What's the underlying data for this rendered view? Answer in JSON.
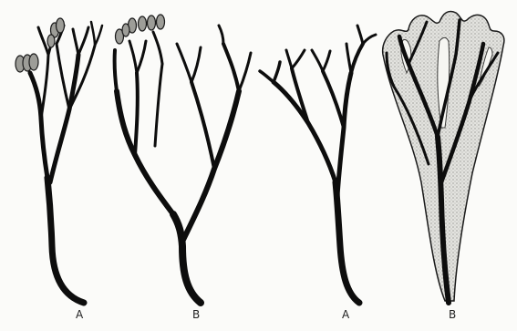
{
  "labels": {
    "fig1": "A",
    "fig2": "B",
    "fig3": "A",
    "fig4": "B"
  },
  "colors": {
    "ink": "#0d0d0d",
    "paper": "#fbfbf9",
    "stipple": "#c9c9c5"
  }
}
